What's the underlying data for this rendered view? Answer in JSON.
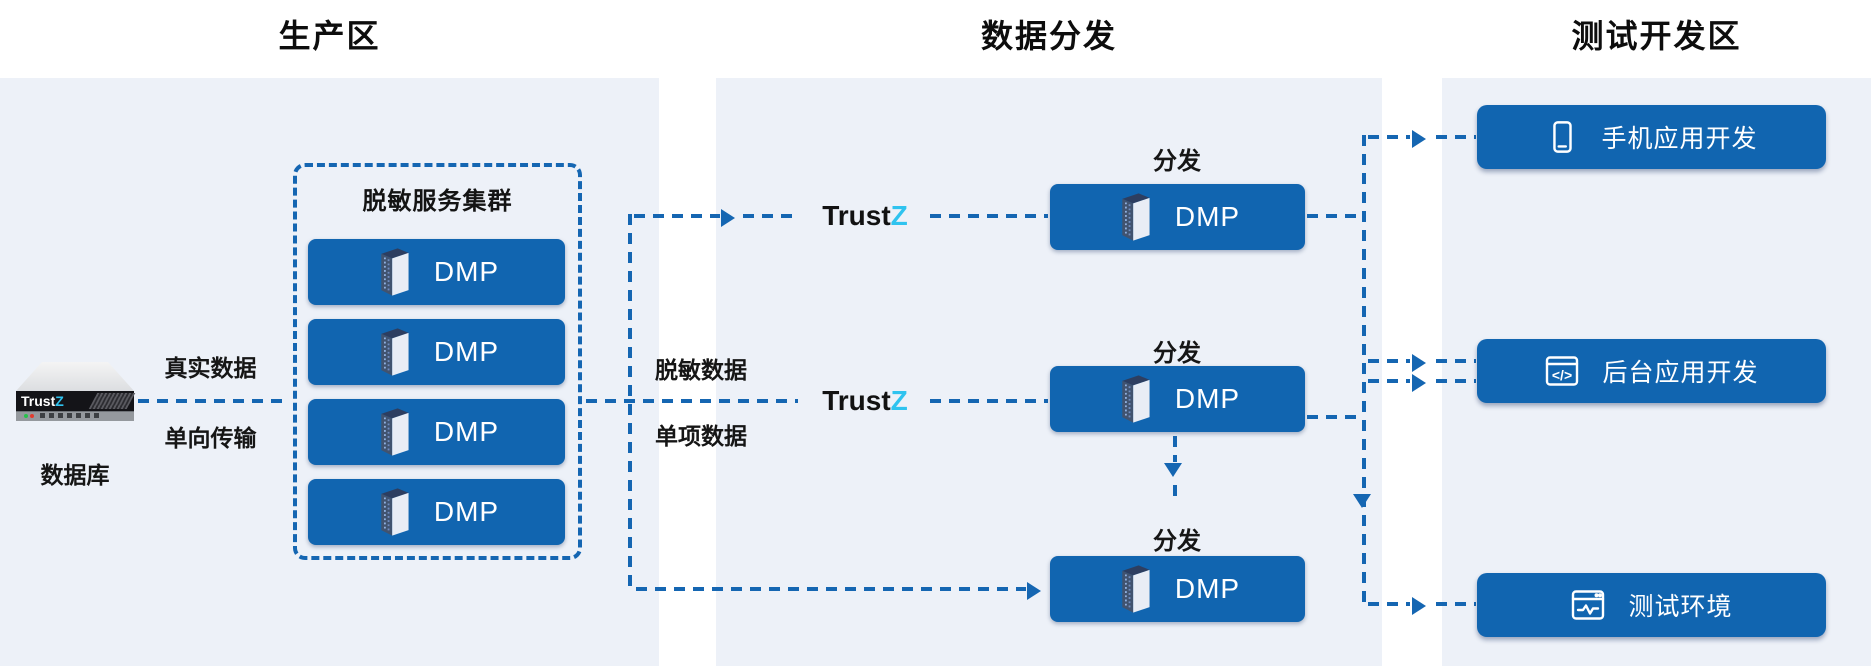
{
  "zones": {
    "production": "生产区",
    "distribution": "数据分发",
    "testdev": "测试开发区"
  },
  "source": {
    "label": "数据库"
  },
  "trustz": {
    "trust": "Trust",
    "z": "Z"
  },
  "edge_labels": {
    "real_data": "真实数据",
    "one_way": "单向传输",
    "masked_data": "脱敏数据",
    "single_data": "单项数据"
  },
  "cluster": {
    "title": "脱敏服务集群",
    "nodes": [
      "DMP",
      "DMP",
      "DMP",
      "DMP"
    ]
  },
  "distribution": {
    "fanout_label": "分发",
    "nodes": [
      "DMP",
      "DMP",
      "DMP"
    ]
  },
  "testdev_boxes": [
    {
      "icon": "mobile-icon",
      "label": "手机应用开发"
    },
    {
      "icon": "code-icon",
      "label": "后台应用开发"
    },
    {
      "icon": "monitor-icon",
      "label": "测试环境"
    }
  ],
  "colors": {
    "panel_bg": "#edf1f8",
    "node_blue": "#1165b0",
    "line_blue": "#1566b2",
    "accent_cyan": "#2fc3ef"
  }
}
